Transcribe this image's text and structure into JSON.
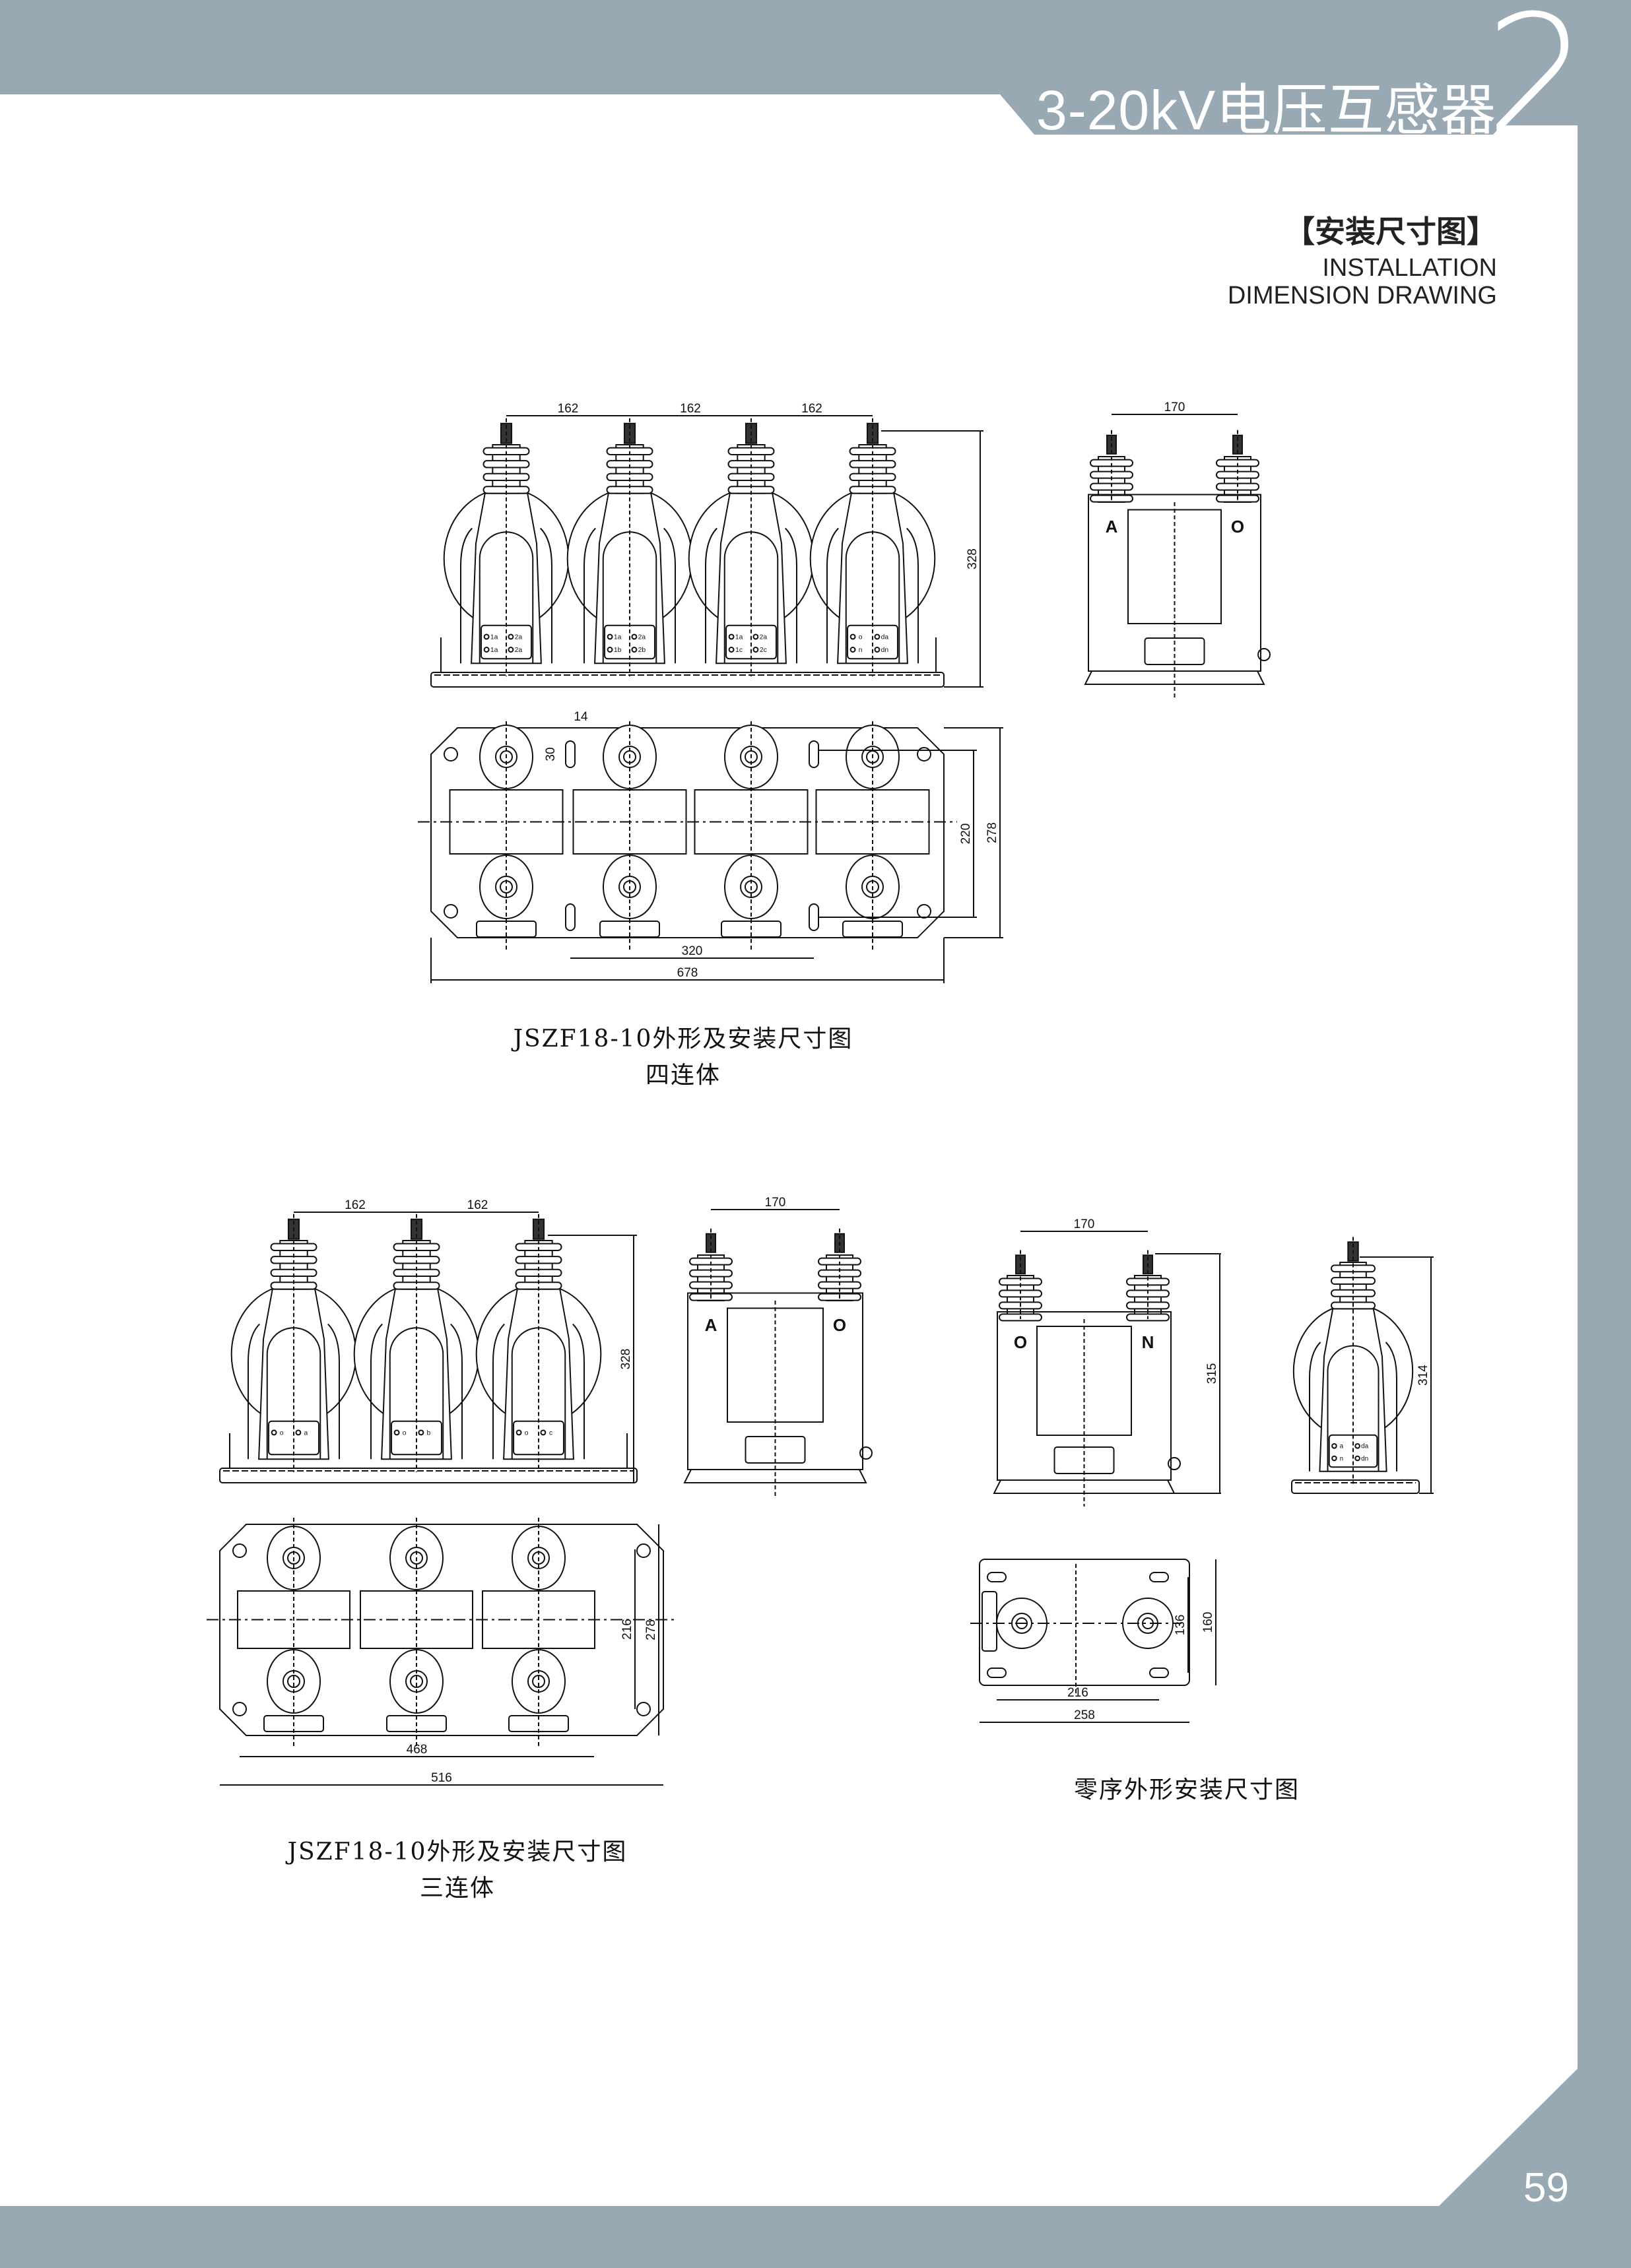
{
  "header": {
    "title": "3-20kV电压互感器",
    "chapter": "2"
  },
  "section": {
    "title_cn": "【安装尺寸图】",
    "title_en_line1": "INSTALLATION",
    "title_en_line2": "DIMENSION DRAWING"
  },
  "page_number": "59",
  "colors": {
    "band": "#99a9b3",
    "line": "#111111",
    "paper": "#ffffff"
  },
  "figures": {
    "four_unit": {
      "caption_line1": "JSZF18-10外形及安装尺寸图",
      "caption_line2": "四连体",
      "front_dims": [
        "162",
        "162",
        "162",
        "328"
      ],
      "terminals": [
        [
          "1a",
          "2a",
          "1a",
          "2a"
        ],
        [
          "1a",
          "2a",
          "1b",
          "2b"
        ],
        [
          "1a",
          "2a",
          "1c",
          "2c"
        ],
        [
          "o",
          "da",
          "n",
          "dn"
        ]
      ],
      "side_dim": "170",
      "side_labels": [
        "A",
        "O"
      ],
      "plan_dims": {
        "slot_w": "14",
        "slot_h": "30",
        "inner": "220",
        "outer": "278",
        "hole_span": "320",
        "length": "678"
      }
    },
    "three_unit": {
      "caption_line1": "JSZF18-10外形及安装尺寸图",
      "caption_line2": "三连体",
      "front_dims": [
        "162",
        "162",
        "328"
      ],
      "terminals": [
        [
          "o",
          "a"
        ],
        [
          "o",
          "b"
        ],
        [
          "o",
          "c"
        ]
      ],
      "side_dim": "170",
      "side_labels": [
        "A",
        "O"
      ],
      "plan_dims": {
        "inner": "216",
        "outer": "278",
        "hole_span": "468",
        "length": "516"
      }
    },
    "zero_sequence": {
      "caption": "零序外形安装尺寸图",
      "front_dim_width": "170",
      "front_dim_height": "315",
      "front_labels": [
        "O",
        "N"
      ],
      "single_dim_height": "314",
      "single_terminals": [
        "a",
        "da",
        "n",
        "dn"
      ],
      "plan_dims": {
        "inner": "136",
        "outer": "160",
        "hole_span": "216",
        "length": "258"
      }
    }
  }
}
